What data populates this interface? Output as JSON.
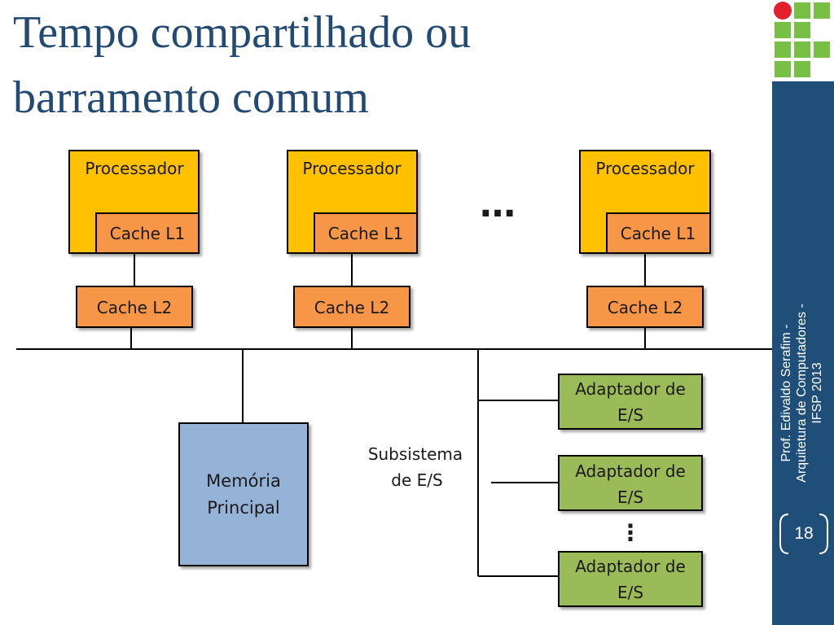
{
  "slide": {
    "title": "Tempo compartilhado ou\nbarramento comum",
    "footer": "Prof. Edivaldo Serafim -\nArquitetura de Computadores -\nIFSP 2013",
    "page_number": "18",
    "colors": {
      "sidebar": "#1f4e79",
      "title": "#234a72",
      "logo_green": "#77c043",
      "logo_red": "#e3202b"
    }
  },
  "diagram": {
    "processors": [
      {
        "label": "Processador",
        "l1": "Cache L1",
        "l2": "Cache L2"
      },
      {
        "label": "Processador",
        "l1": "Cache L1",
        "l2": "Cache L2"
      },
      {
        "label": "Processador",
        "l1": "Cache L1",
        "l2": "Cache L2"
      }
    ],
    "ellipsis_h": "…",
    "memory": {
      "line1": "Memória",
      "line2": "Principal"
    },
    "io_subsystem": {
      "line1": "Subsistema",
      "line2": "de E/S"
    },
    "io_adapters": [
      {
        "line1": "Adaptador de",
        "line2": "E/S"
      },
      {
        "line1": "Adaptador de",
        "line2": "E/S"
      },
      {
        "line1": "Adaptador de",
        "line2": "E/S"
      }
    ],
    "ellipsis_v": "⋮",
    "colors": {
      "processor": "#ffc000",
      "cache": "#f79646",
      "memory": "#95b3d7",
      "adapter": "#9bbb59"
    }
  }
}
